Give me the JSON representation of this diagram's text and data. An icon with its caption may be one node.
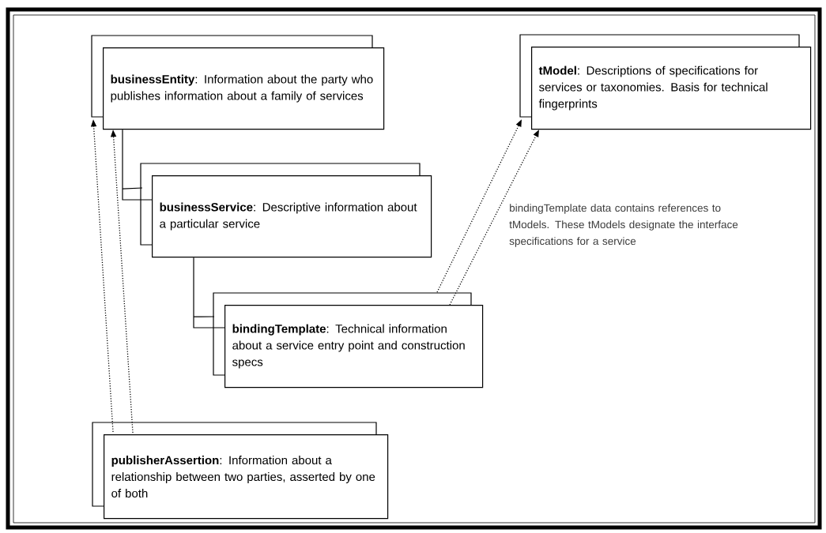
{
  "diagram": {
    "nodes": [
      {
        "text": [
          "**businessEntity**: Information about the party who publishes information about a family of services"
        ]
      },
      {
        "text": [
          "**tModel**: Descriptions of specifications for services or taxonomies. Basis for technical fingerprints"
        ]
      },
      {
        "text": [
          "**businessService**: Descriptive information about a particular service"
        ]
      },
      {
        "text": [
          "**bindingTemplate**: Technical information about a service entry point and construction specs"
        ]
      },
      {
        "text": [
          "**publisherAssertion**: Information about a relationship between two parties, asserted by one of both"
        ]
      }
    ],
    "edges": [
      {
        "from": 0,
        "to": 2,
        "arrow": "none"
      },
      {
        "from": 2,
        "to": 3,
        "arrow": "none"
      },
      {
        "from": 4,
        "to": 0,
        "arrow": "to",
        "style": "dashed"
      },
      {
        "from": 4,
        "to": 0,
        "arrow": "to",
        "style": "dashed"
      },
      {
        "from": 3,
        "to": 1,
        "arrow": "to",
        "style": "dashed"
      },
      {
        "from": 3,
        "to": 1,
        "arrow": "to",
        "style": "dashed"
      }
    ],
    "labels": [
      "bindingTemplate data contains references to tModels. These tModels designate the interface specifications for a service"
    ]
  }
}
